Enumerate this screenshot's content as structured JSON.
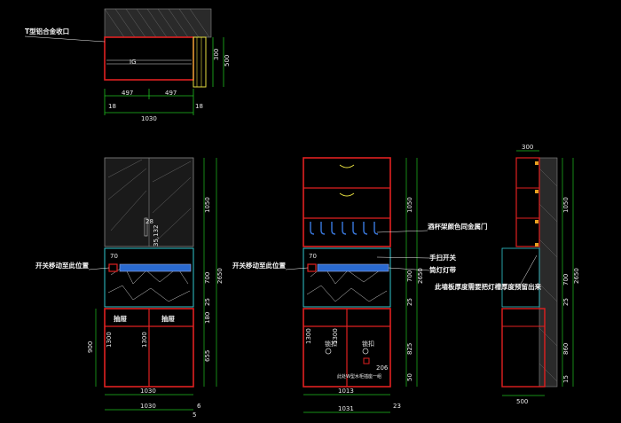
{
  "title_top": "T型铝合金收口",
  "top_view": {
    "d_500": "500",
    "d_300": "300",
    "d_497a": "497",
    "d_497b": "497",
    "d_1030": "1030",
    "d_18a": "18",
    "d_18b": "18",
    "glass_mark": "IG"
  },
  "front1": {
    "switch_label": "开关移动至此位置",
    "d_1050": "1050",
    "d_700": "700",
    "d_180": "180",
    "d_25": "25",
    "d_655": "655",
    "d_2650": "2650",
    "d_900": "900",
    "d_1300a": "1300",
    "d_1300b": "1300",
    "d_28": "28",
    "d_35_132": "35,132",
    "d_70": "70",
    "d_1030_in": "1030",
    "d_1030_out": "1030",
    "d_5": "5",
    "d_6": "6",
    "drawer_a": "抽屉",
    "drawer_b": "抽屉"
  },
  "front2": {
    "switch_label": "开关移动至此位置",
    "wine_label": "酒杯架颜色同金属门",
    "hand_switch": "手扫开关",
    "light_label": "筒灯灯带",
    "d_1050": "1050",
    "d_700": "700",
    "d_2650": "2650",
    "d_25": "25",
    "d_825": "825",
    "d_50": "50",
    "d_1300a": "1300",
    "d_1300b": "1300",
    "d_70": "70",
    "d_206": "206",
    "d_1013": "1013",
    "d_1031": "1031",
    "d_23": "23",
    "note": "此处W型水柜插座一组",
    "lock_a": "锁扣",
    "lock_b": "锁扣"
  },
  "side": {
    "d_300": "300",
    "d_1050": "1050",
    "d_700": "700",
    "d_25": "25",
    "d_860": "860",
    "d_15": "15",
    "d_2650": "2650",
    "d_500": "500",
    "note": "此墙板厚度需要把灯槽厚度预留出来"
  }
}
